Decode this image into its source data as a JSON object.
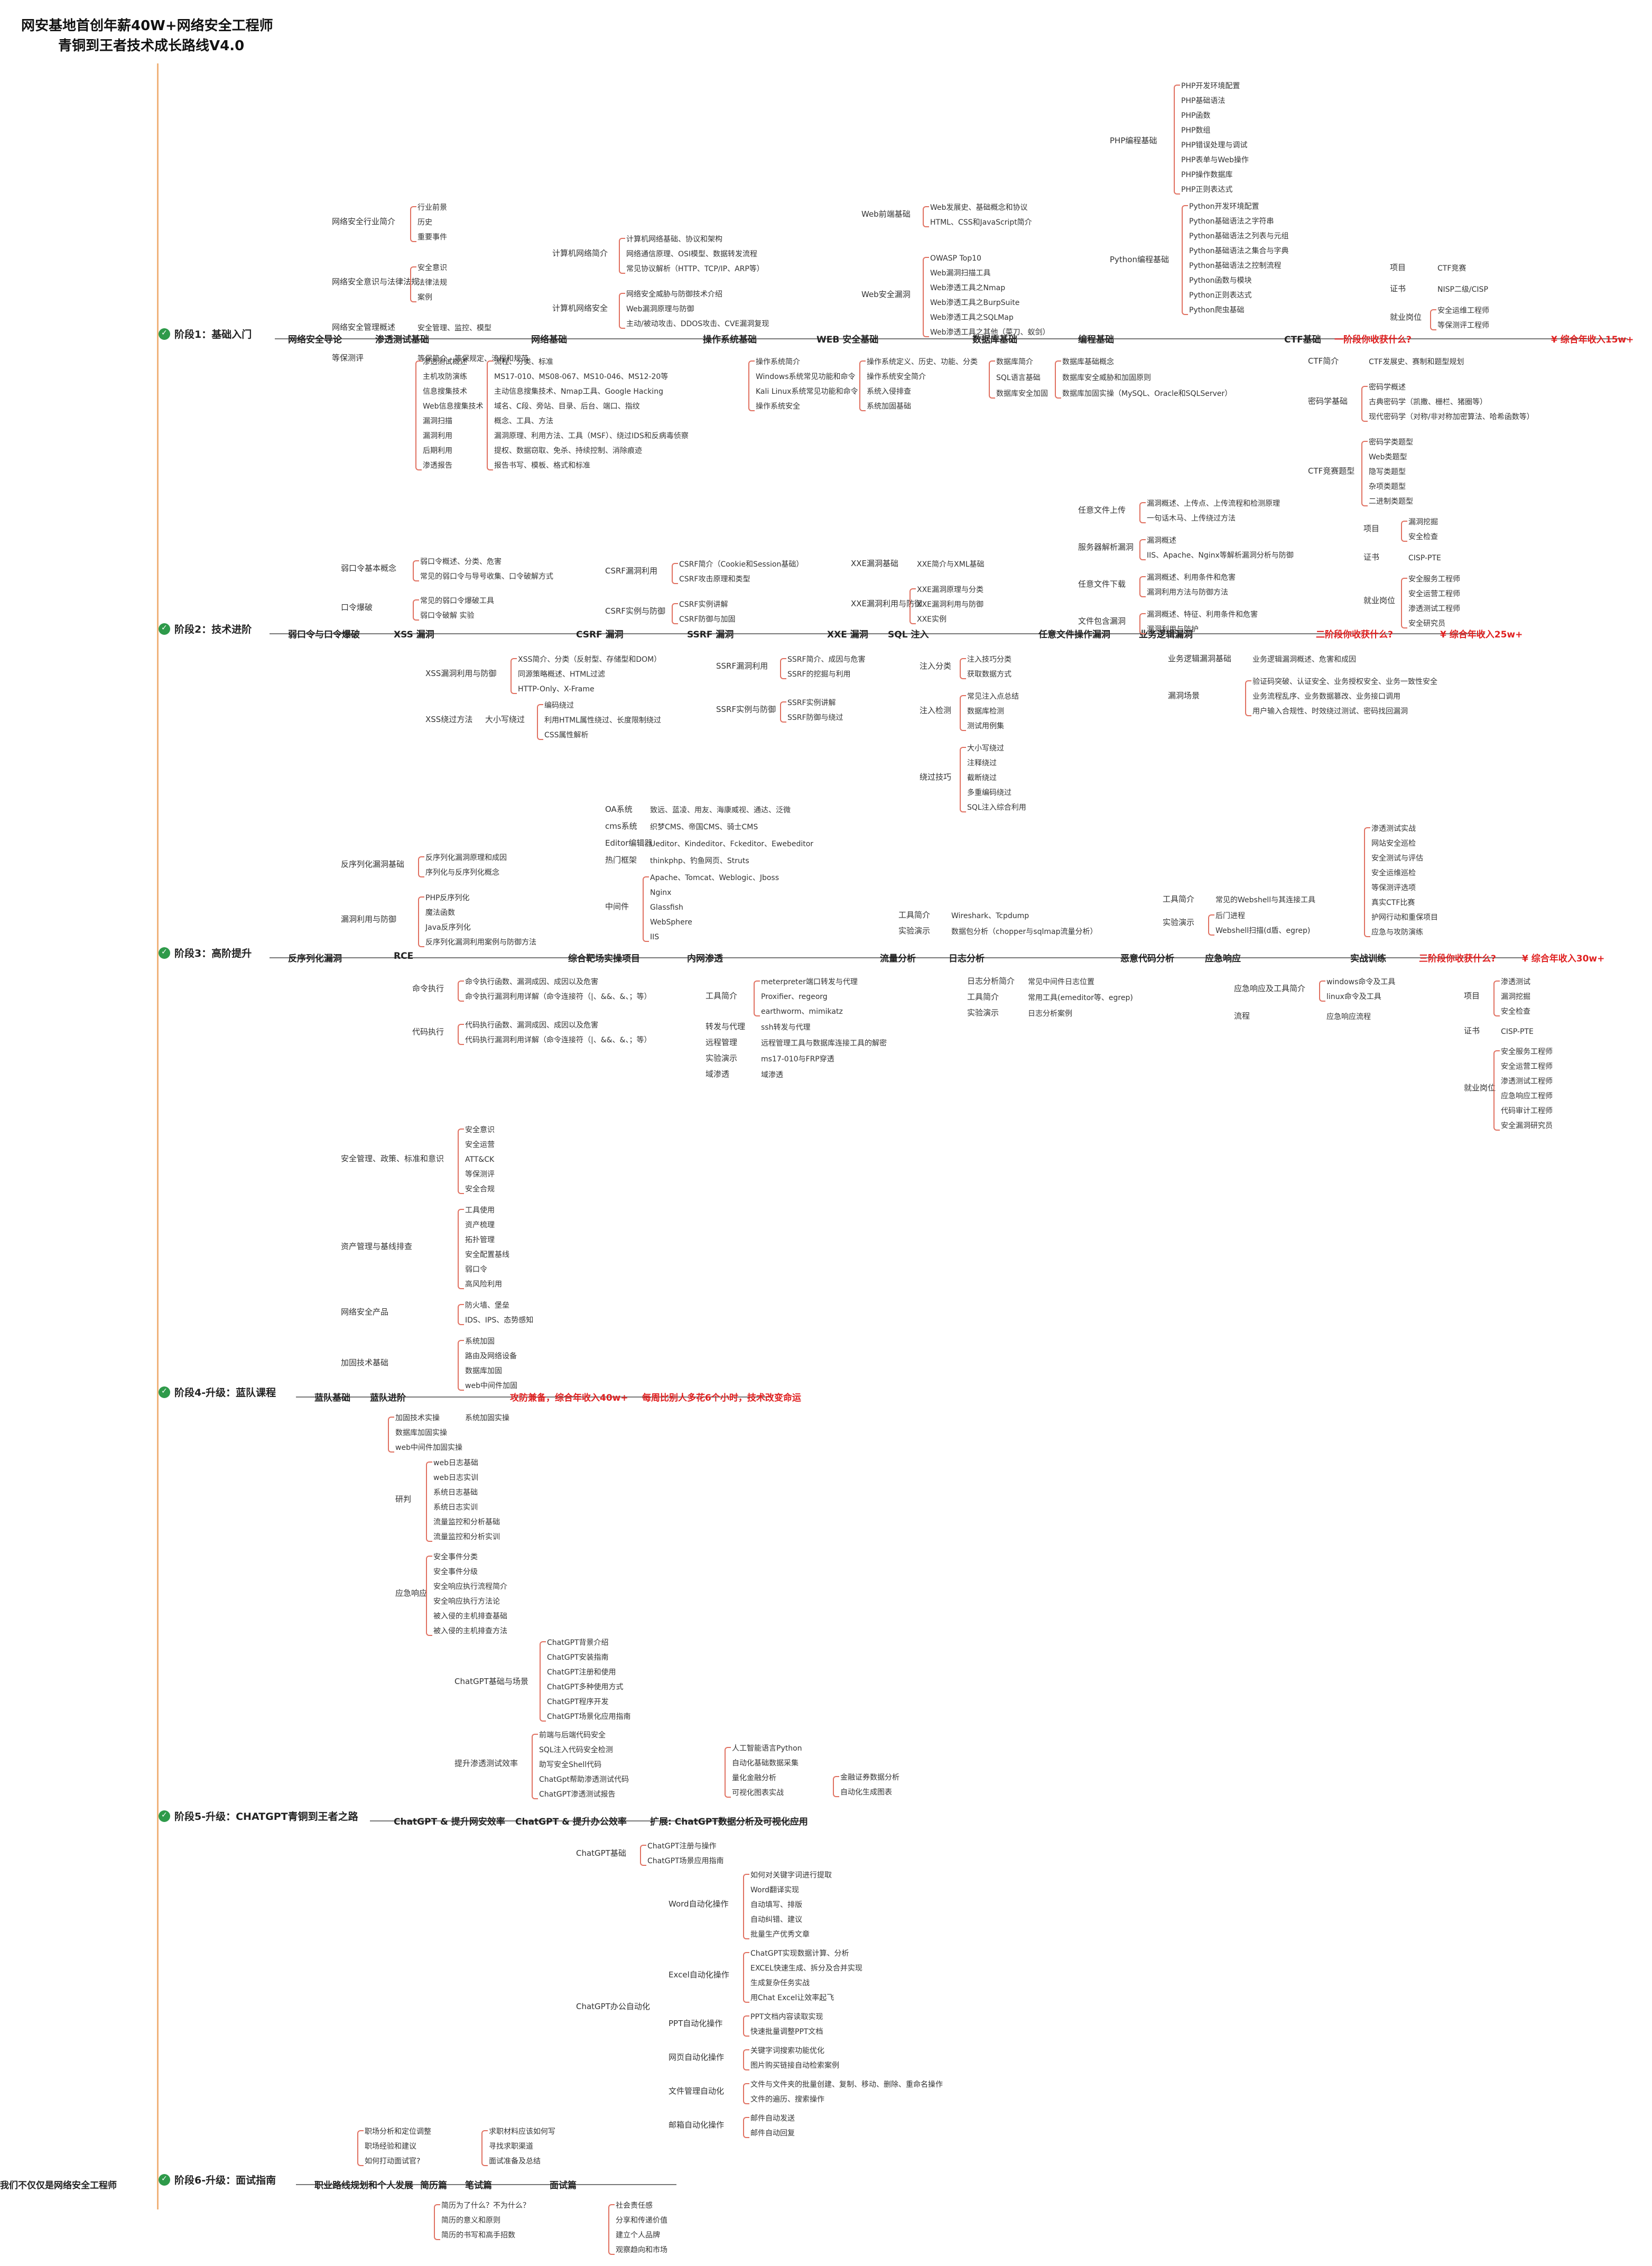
{
  "title": {
    "line1": "网安基地首创年薪40W+网络安全工程师",
    "line2": "青铜到王者技术成长路线V4.0"
  },
  "colors": {
    "spine": "#f0b27a",
    "stage_dot": "#2e9a4a",
    "highlight": "#e02020",
    "branch": "#e07060"
  },
  "stages": [
    {
      "label": "阶段1：基础入门",
      "main": [
        "网络安全导论",
        "渗透测试基础",
        "网络基础",
        "操作系统基础",
        "WEB 安全基础",
        "数据库基础",
        "编程基础",
        "CTF基础"
      ],
      "question": "一阶段你收获什么?",
      "salary": "综合年收入15w+",
      "top_left": [
        {
          "label": "网络安全行业简介",
          "items": [
            "行业前景",
            "历史",
            "重要事件"
          ]
        },
        {
          "label": "网络安全意识与法律法规",
          "items": [
            "安全意识",
            "法律法规",
            "案例"
          ]
        },
        {
          "label": "网络安全管理概述",
          "items": [
            "安全管理、监控、模型"
          ]
        },
        {
          "label": "等保测评",
          "items": [
            "等保简介、等保规定、流程和规范"
          ]
        }
      ],
      "network": [
        {
          "label": "计算机网络简介",
          "items": [
            "计算机网络基础、协议和架构",
            "网络通信原理、OSI模型、数据转发流程",
            "常见协议解析（HTTP、TCP/IP、ARP等）"
          ]
        },
        {
          "label": "计算机网络安全",
          "items": [
            "网络安全威胁与防御技术介绍",
            "Web漏洞原理与防御",
            "主动/被动攻击、DDOS攻击、CVE漏洞复现"
          ]
        }
      ],
      "pentest": [
        "渗透测试概述",
        "主机攻防演练",
        "信息搜集技术",
        "Web信息搜集技术",
        "漏洞扫描",
        "漏洞利用",
        "后期利用",
        "渗透报告"
      ],
      "pentest_detail": [
        "流程、分类、标准",
        "MS17-010、MS08-067、MS10-046、MS12-20等",
        "主动信息搜集技术、Nmap工具、Google Hacking",
        "域名、C段、旁站、目录、后台、端口、指纹",
        "概念、工具、方法",
        "漏洞原理、利用方法、工具（MSF）、绕过IDS和反病毒侦察",
        "提权、数据窃取、免杀、持续控制、消除痕迹",
        "报告书写、模板、格式和标准"
      ],
      "websec": [
        {
          "label": "Web前端基础",
          "items": [
            "Web发展史、基础概念和协议",
            "HTML、CSS和JavaScript简介"
          ]
        },
        {
          "label": "Web安全漏洞",
          "items": [
            "OWASP Top10",
            "Web漏洞扫描工具",
            "Web渗透工具之Nmap",
            "Web渗透工具之BurpSuite",
            "Web渗透工具之SQLMap",
            "Web渗透工具之其他（菜刀、蚁剑）"
          ]
        }
      ],
      "os": [
        "操作系统简介",
        "Windows系统常见功能和命令",
        "Kali Linux系统常见功能和命令",
        "操作系统安全"
      ],
      "os_detail": [
        "操作系统定义、历史、功能、分类",
        "操作系统安全简介",
        "系统入侵排查",
        "系统加固基础"
      ],
      "db": [
        "数据库简介",
        "SQL语言基础",
        "数据库安全加固"
      ],
      "db_detail": [
        "数据库基础概念",
        "数据库安全威胁和加固原则",
        "数据库加固实操（MySQL、Oracle和SQLServer）"
      ],
      "php": [
        "PHP开发环境配置",
        "PHP基础语法",
        "PHP函数",
        "PHP数组",
        "PHP错误处理与调试",
        "PHP表单与Web操作",
        "PHP操作数据库",
        "PHP正则表达式"
      ],
      "php_label": "PHP编程基础",
      "python": [
        "Python开发环境配置",
        "Python基础语法之字符串",
        "Python基础语法之列表与元组",
        "Python基础语法之集合与字典",
        "Python基础语法之控制流程",
        "Python函数与模块",
        "Python正则表达式",
        "Python爬虫基础"
      ],
      "python_label": "Python编程基础",
      "ctf": [
        {
          "label": "CTF简介",
          "items": [
            "CTF发展史、赛制和题型规划"
          ]
        },
        {
          "label": "密码学基础",
          "items": [
            "密码学概述",
            "古典密码学（凯撒、栅栏、猪圈等）",
            "现代密码学（对称/非对称加密算法、哈希函数等）"
          ]
        },
        {
          "label": "CTF竞赛题型",
          "items": [
            "密码学类题型",
            "Web类题型",
            "隐写类题型",
            "杂项类题型",
            "二进制类题型"
          ]
        }
      ],
      "gain": [
        {
          "label": "项目",
          "items": [
            "CTF竞赛"
          ]
        },
        {
          "label": "证书",
          "items": [
            "NISP二级/CISP"
          ]
        },
        {
          "label": "就业岗位",
          "items": [
            "安全运维工程师",
            "等保测评工程师"
          ]
        }
      ]
    },
    {
      "label": "阶段2：技术进阶",
      "main": [
        "弱口令与口令爆破",
        "XSS 漏洞",
        "CSRF 漏洞",
        "SSRF 漏洞",
        "XXE 漏洞",
        "SQL 注入",
        "任意文件操作漏洞",
        "业务逻辑漏洞"
      ],
      "question": "二阶段你收获什么?",
      "salary": "综合年收入25w+",
      "weakpass": [
        {
          "label": "弱口令基本概念",
          "items": [
            "弱口令概述、分类、危害",
            "常见的弱口令与导号收集、口令破解方式"
          ]
        },
        {
          "label": "口令爆破",
          "items": [
            "常见的弱口令爆破工具",
            "弱口令破解 实验"
          ]
        }
      ],
      "xss": [
        {
          "label": "XSS漏洞利用与防御",
          "items": [
            "XSS简介、分类（反射型、存储型和DOM）",
            "同源策略概述、HTML过滤",
            "HTTP-Only、X-Frame"
          ]
        },
        {
          "label": "XSS绕过方法",
          "sub": "大小写绕过",
          "items": [
            "编码绕过",
            "利用HTML属性绕过、长度限制绕过",
            "CSS属性解析"
          ]
        }
      ],
      "csrf": [
        {
          "label": "CSRF漏洞利用",
          "items": [
            "CSRF简介（Cookie和Session基础）",
            "CSRF攻击原理和类型"
          ]
        },
        {
          "label": "CSRF实例与防御",
          "items": [
            "CSRF实例讲解",
            "CSRF防御与加固"
          ]
        }
      ],
      "ssrf": [
        {
          "label": "SSRF漏洞利用",
          "items": [
            "SSRF简介、成因与危害",
            "SSRF的挖掘与利用"
          ]
        },
        {
          "label": "SSRF实例与防御",
          "items": [
            "SSRF实例讲解",
            "SSRF防御与绕过"
          ]
        }
      ],
      "xxe": [
        {
          "label": "XXE漏洞基础",
          "items": [
            "XXE简介与XML基础"
          ]
        },
        {
          "label": "XXE漏洞利用与防御",
          "items": [
            "XXE漏洞原理与分类",
            "XXE漏洞利用与防御",
            "XXE实例"
          ]
        }
      ],
      "sqli": [
        {
          "label": "注入分类",
          "items": [
            "注入技巧分类",
            "获取数据方式"
          ]
        },
        {
          "label": "注入检测",
          "items": [
            "常见注入点总结",
            "数据库检测",
            "测试用例集"
          ]
        },
        {
          "label": "绕过技巧",
          "items": [
            "大小写绕过",
            "注释绕过",
            "截断绕过",
            "多重编码绕过",
            "SQL注入综合利用"
          ]
        }
      ],
      "fileop": [
        {
          "label": "任意文件上传",
          "items": [
            "漏洞概述、上传点、上传流程和检测原理",
            "一句话木马、上传绕过方法"
          ]
        },
        {
          "label": "服务器解析漏洞",
          "items": [
            "漏洞概述",
            "IIS、Apache、Nginx等解析漏洞分析与防御"
          ]
        },
        {
          "label": "任意文件下载",
          "items": [
            "漏洞概述、利用条件和危害",
            "漏洞利用方法与防御方法"
          ]
        },
        {
          "label": "文件包含漏洞",
          "items": [
            "漏洞概述、特征、利用条件和危害",
            "漏洞利用与防护"
          ]
        }
      ],
      "logic": [
        {
          "label": "业务逻辑漏洞基础",
          "items": [
            "业务逻辑漏洞概述、危害和成因"
          ]
        },
        {
          "label": "漏洞场景",
          "items": [
            "验证码突破、认证安全、业务授权安全、业务一致性安全",
            "业务流程乱序、业务数据篡改、业务接口调用",
            "用户输入合规性、时效绕过测试、密码找回漏洞"
          ]
        }
      ],
      "gain": [
        {
          "label": "项目",
          "items": [
            "漏洞挖掘",
            "安全检查"
          ]
        },
        {
          "label": "证书",
          "items": [
            "CISP-PTE"
          ]
        },
        {
          "label": "就业岗位",
          "items": [
            "安全服务工程师",
            "安全运营工程师",
            "渗透测试工程师",
            "安全研究员"
          ]
        }
      ]
    },
    {
      "label": "阶段3：高阶提升",
      "main": [
        "反序列化漏洞",
        "RCE",
        "综合靶场实操项目",
        "内网渗透",
        "流量分析",
        "日志分析",
        "恶意代码分析",
        "应急响应",
        "实战训练"
      ],
      "question": "三阶段你收获什么?",
      "salary": "综合年收入30w+",
      "deser": [
        {
          "label": "反序列化漏洞基础",
          "items": [
            "反序列化漏洞原理和成因",
            "序列化与反序列化概念"
          ]
        },
        {
          "label": "漏洞利用与防御",
          "items": [
            "PHP反序列化",
            "魔法函数",
            "Java反序列化",
            "反序列化漏洞利用案例与防御方法"
          ]
        }
      ],
      "rce": [
        {
          "label": "命令执行",
          "items": [
            "命令执行函数、漏洞成因、成因以及危害",
            "命令执行漏洞利用详解（命令连接符（|、&&、&、；等）"
          ]
        },
        {
          "label": "代码执行",
          "items": [
            "代码执行函数、漏洞成因、成因以及危害",
            "代码执行漏洞利用详解（命令连接符（|、&&、&、；等）"
          ]
        }
      ],
      "range": [
        {
          "label": "OA系统",
          "items": [
            "致远、蓝凌、用友、海康威视、通达、泛微"
          ]
        },
        {
          "label": "cms系统",
          "items": [
            "织梦CMS、帝国CMS、骑士CMS"
          ]
        },
        {
          "label": "Editor编辑器",
          "items": [
            "Ueditor、Kindeditor、Fckeditor、Ewebeditor"
          ]
        },
        {
          "label": "热门框架",
          "items": [
            "thinkphp、钓鱼网页、Struts"
          ]
        },
        {
          "label": "中间件",
          "items": [
            "Apache、Tomcat、Weblogic、Jboss",
            "Nginx",
            "Glassfish",
            "WebSphere",
            "IIS"
          ]
        }
      ],
      "intranet": [
        {
          "label": "工具简介",
          "items": [
            "meterpreter端口转发与代理",
            "Proxifier、regeorg",
            "earthworm、mimikatz"
          ]
        },
        {
          "label": "转发与代理",
          "items": [
            "ssh转发与代理"
          ]
        },
        {
          "label": "远程管理",
          "items": [
            "远程管理工具与数据库连接工具的解密"
          ]
        },
        {
          "label": "实验演示",
          "items": [
            "ms17-010与FRP穿透"
          ]
        },
        {
          "label": "域渗透",
          "items": [
            "域渗透"
          ]
        }
      ],
      "traffic": [
        {
          "label": "工具简介",
          "items": [
            "Wireshark、Tcpdump"
          ]
        },
        {
          "label": "实验演示",
          "items": [
            "数据包分析（chopper与sqlmap流量分析）"
          ]
        }
      ],
      "log": [
        {
          "label": "日志分析简介",
          "items": [
            "常见中间件日志位置"
          ]
        },
        {
          "label": "工具简介",
          "items": [
            "常用工具(emeditor等、egrep)"
          ]
        },
        {
          "label": "实验演示",
          "items": [
            "日志分析案例"
          ]
        }
      ],
      "malware": [
        {
          "label": "工具简介",
          "items": [
            "常见的Webshell与其连接工具"
          ]
        },
        {
          "label": "实验演示",
          "items": [
            "后门进程",
            "Webshell扫描(d盾、egrep)"
          ]
        }
      ],
      "incident": [
        {
          "label": "应急响应及工具简介",
          "items": [
            "windows命令及工具",
            "linux命令及工具"
          ]
        },
        {
          "label": "流程",
          "items": [
            "应急响应流程"
          ]
        }
      ],
      "practice": [
        "渗透测试实战",
        "网站安全巡检",
        "安全测试与评估",
        "安全运维巡检",
        "等保测评选项",
        "真实CTF比赛",
        "护网行动和重保项目",
        "应急与攻防演练"
      ],
      "gain": [
        {
          "label": "项目",
          "items": [
            "渗透测试",
            "漏洞挖掘",
            "安全检查"
          ]
        },
        {
          "label": "证书",
          "items": [
            "CISP-PTE"
          ]
        },
        {
          "label": "就业岗位",
          "items": [
            "安全服务工程师",
            "安全运营工程师",
            "渗透测试工程师",
            "应急响应工程师",
            "代码审计工程师",
            "安全漏洞研究员"
          ]
        }
      ]
    },
    {
      "label": "阶段4-升级：蓝队课程",
      "main": [
        "蓝队基础",
        "蓝队进阶"
      ],
      "slogan1": "攻防兼备，综合年收入40w+",
      "slogan2": "每周比别人多花6个小时，技术改变命运",
      "basic": [
        {
          "label": "安全管理、政策、标准和意识",
          "items": [
            "安全意识",
            "安全运营",
            "ATT&CK",
            "等保测评",
            "安全合规"
          ]
        },
        {
          "label": "资产管理与基线排查",
          "items": [
            "工具使用",
            "资产梳理",
            "拓扑管理",
            "安全配置基线",
            "弱口令",
            "高风险利用"
          ]
        },
        {
          "label": "网络安全产品",
          "items": [
            "防火墙、堡垒",
            "IDS、IPS、态势感知"
          ]
        },
        {
          "label": "加固技术基础",
          "items": [
            "系统加固",
            "路由及网络设备",
            "数据库加固",
            "web中间件加固"
          ]
        }
      ],
      "advanced_top": [
        "加固技术实操",
        "数据库加固实操",
        "web中间件加固实操"
      ],
      "advanced_top_detail": [
        "系统加固实操"
      ],
      "advanced": [
        {
          "label": "研判",
          "items": [
            "web日志基础",
            "web日志实训",
            "系统日志基础",
            "系统日志实训",
            "流量监控和分析基础",
            "流量监控和分析实训"
          ]
        },
        {
          "label": "应急响应",
          "items": [
            "安全事件分类",
            "安全事件分级",
            "安全响应执行流程简介",
            "安全响应执行方法论",
            "被入侵的主机排查基础",
            "被入侵的主机排查方法"
          ]
        }
      ]
    },
    {
      "label": "阶段5-升级：CHATGPT青铜到王者之路",
      "main": [
        "ChatGPT & 提升网安效率",
        "ChatGPT & 提升办公效率",
        "扩展: ChatGPT数据分析及可视化应用"
      ],
      "chatgpt_basic": {
        "label": "ChatGPT基础与场景",
        "items": [
          "ChatGPT背景介绍",
          "ChatGPT安装指南",
          "ChatGPT注册和使用",
          "ChatGPT多种使用方式",
          "ChatGPT程序开发",
          "ChatGPT场景化应用指南"
        ]
      },
      "pentest_eff": {
        "label": "提升渗透测试效率",
        "items": [
          "前端与后端代码安全",
          "SQL注入代码安全检测",
          "助写安全Shell代码",
          "ChatGpt帮助渗透测试代码",
          "ChatGPT渗透测试报告"
        ]
      },
      "ext": [
        "人工智能语言Python",
        "自动化基础数据采集",
        "量化金融分析",
        "可视化图表实战"
      ],
      "ext_detail": [
        "金融证券数据分析",
        "自动化生成图表"
      ],
      "office_basic": {
        "label": "ChatGPT基础",
        "items": [
          "ChatGPT注册与操作",
          "ChatGPT场景应用指南"
        ]
      },
      "office": [
        {
          "label": "Word自动化操作",
          "items": [
            "如何对关键字词进行提取",
            "Word翻译实现",
            "自动填写、排版",
            "自动纠错、建议",
            "批量生产优秀文章"
          ]
        },
        {
          "label": "Excel自动化操作",
          "items": [
            "ChatGPT实现数据计算、分析",
            "EXCEL快速生成、拆分及合并实现",
            "生成复杂任务实战",
            "用Chat Excel让效率起飞"
          ]
        },
        {
          "label": "PPT自动化操作",
          "items": [
            "PPT文档内容读取实现",
            "快速批量调整PPT文档"
          ]
        },
        {
          "label": "网页自动化操作",
          "items": [
            "关键字词搜索功能优化",
            "图片购买链接自动检索案例"
          ]
        },
        {
          "label": "文件管理自动化",
          "items": [
            "文件与文件夹的批量创建、复制、移动、删除、重命名操作",
            "文件的遍历、搜索操作"
          ]
        },
        {
          "label": "邮箱自动化操作",
          "items": [
            "邮件自动发送",
            "邮件自动回复"
          ]
        }
      ],
      "office_label": "ChatGPT办公自动化"
    },
    {
      "label": "阶段6-升级：面试指南",
      "main": [
        "职业路线规划和个人发展",
        "简历篇",
        "笔试篇",
        "面试篇",
        "我们不仅仅是网络安全工程师"
      ],
      "career": [
        "职场分析和定位调整",
        "职场经验和建议",
        "如何打动面试官?"
      ],
      "resume": [
        "简历为了什么？不为什么？",
        "简历的意义和原则",
        "简历的书写和高手招数"
      ],
      "written": [
        "求职材料应该如何写",
        "寻找求职渠道",
        "面试准备及总结"
      ],
      "more": [
        "社会责任感",
        "分享和传递价值",
        "建立个人品牌",
        "观察趋向和市场"
      ]
    }
  ]
}
